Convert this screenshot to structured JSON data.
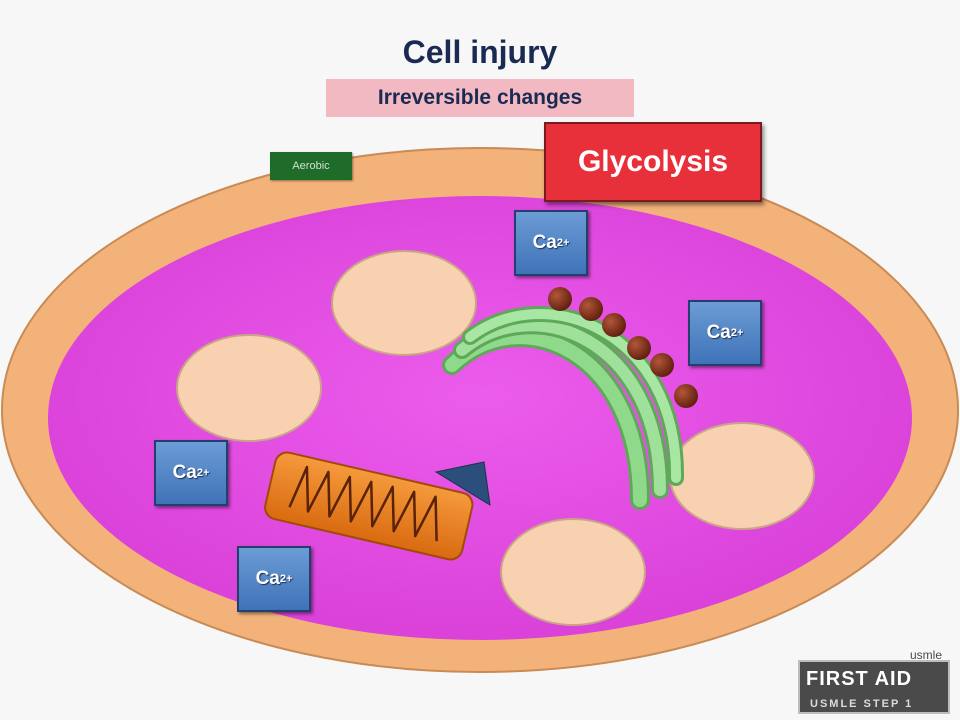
{
  "header": {
    "title": "Cell injury",
    "subtitle": "Irreversible changes"
  },
  "labels": {
    "aerobic": "Aerobic",
    "glycolysis": "Glycolysis"
  },
  "calcium": {
    "base": "Ca",
    "charge": "2+"
  },
  "logo": {
    "top": "usmle",
    "main": "FIRST AID",
    "sub": "USMLE STEP 1"
  },
  "colors": {
    "membrane": "#f2b27a",
    "cytoplasm": "#e64fe6",
    "vesicle": "#f7d1b0",
    "mitochondrion": "#f07f1e",
    "golgi": "#8fd98a",
    "ribosome": "#7a2a12",
    "glycolysis_box": "#e8303a",
    "aerobic_box": "#1f6b2a",
    "calcium_box": "#4f85c8"
  }
}
